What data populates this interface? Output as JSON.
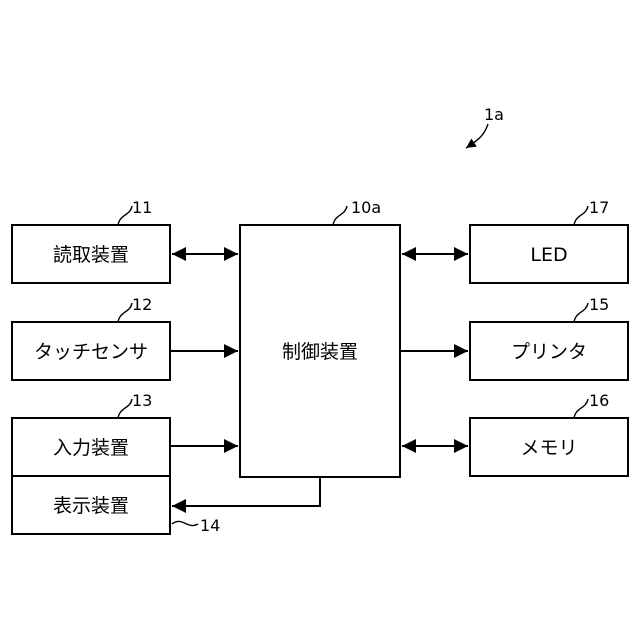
{
  "system_ref": "1a",
  "controller": {
    "label": "制御装置",
    "ref": "10a"
  },
  "blocks": {
    "reader": {
      "label": "読取装置",
      "ref": "11"
    },
    "touch_sensor": {
      "label": "タッチセンサ",
      "ref": "12"
    },
    "input": {
      "label": "入力装置",
      "ref": "13"
    },
    "display": {
      "label": "表示装置",
      "ref": "14"
    },
    "led": {
      "label": "LED",
      "ref": "17"
    },
    "printer": {
      "label": "プリンタ",
      "ref": "15"
    },
    "memory": {
      "label": "メモリ",
      "ref": "16"
    }
  }
}
